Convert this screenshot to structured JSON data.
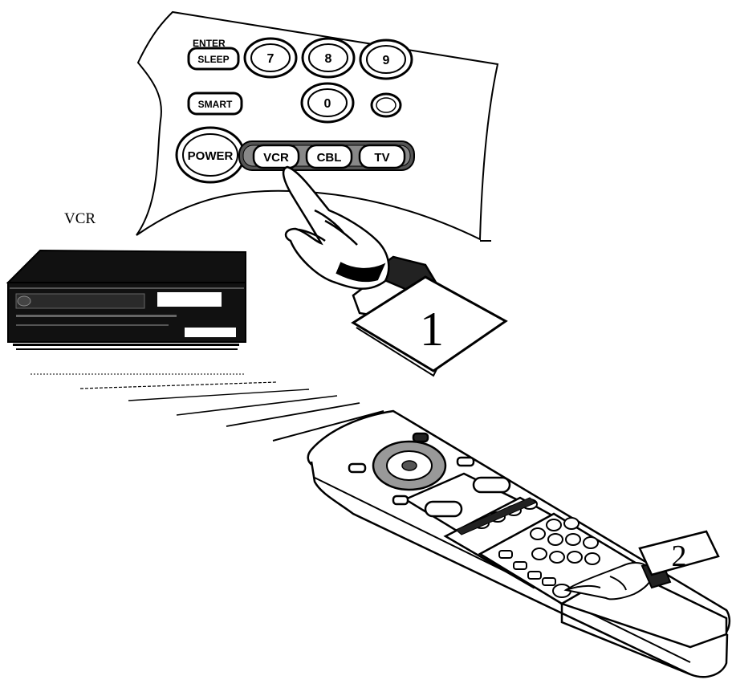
{
  "remote_panel": {
    "enter_label": "ENTER",
    "sleep_label": "SLEEP",
    "smart_label": "SMART",
    "power_label": "POWER",
    "digit_7": "7",
    "digit_8": "8",
    "digit_9": "9",
    "digit_0": "0",
    "mode_vcr": "VCR",
    "mode_cbl": "CBL",
    "mode_tv": "TV"
  },
  "device": {
    "label": "VCR"
  },
  "steps": {
    "step1": "1",
    "step2": "2"
  },
  "colors": {
    "ink": "#000000",
    "paper": "#ffffff"
  }
}
